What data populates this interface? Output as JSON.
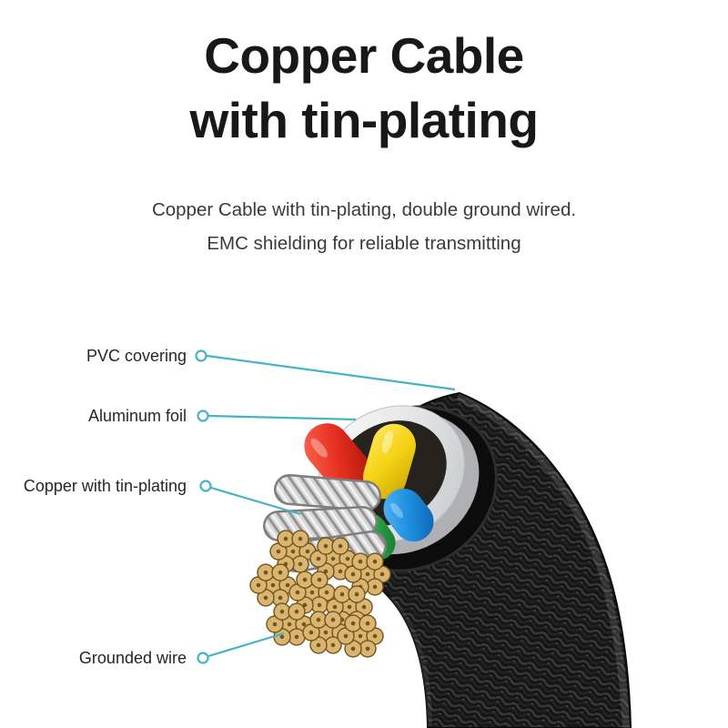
{
  "title": {
    "line1": "Copper Cable",
    "line2": "with tin-plating"
  },
  "subtitle": {
    "line1": "Copper Cable with tin-plating, double ground wired.",
    "line2": "EMC shielding for reliable transmitting"
  },
  "callouts": [
    {
      "label": "PVC covering",
      "target": "pvc-sheath"
    },
    {
      "label": "Aluminum foil",
      "target": "aluminum-foil-layer"
    },
    {
      "label": "Copper with tin-plating",
      "target": "tinned-copper-strands"
    },
    {
      "label": "Grounded wire",
      "target": "grounded-wire-bundles"
    }
  ],
  "colors": {
    "accent_teal": "#45b2c6",
    "title_text": "#181818",
    "body_text": "#3a3a3a",
    "cable_sheath": "#141414",
    "foil_white": "#e9eaec",
    "wire_red": "#e63021",
    "wire_yellow": "#f4d214",
    "wire_blue": "#1e8fe0",
    "wire_green": "#2fa448",
    "copper_strand_tan": "#dab570"
  },
  "diagram": {
    "subject": "cable-cross-section",
    "parts": [
      "pvc-sheath",
      "aluminum-foil-layer",
      "tinned-copper-strands",
      "grounded-wire-bundles",
      "insulated-wires"
    ]
  }
}
